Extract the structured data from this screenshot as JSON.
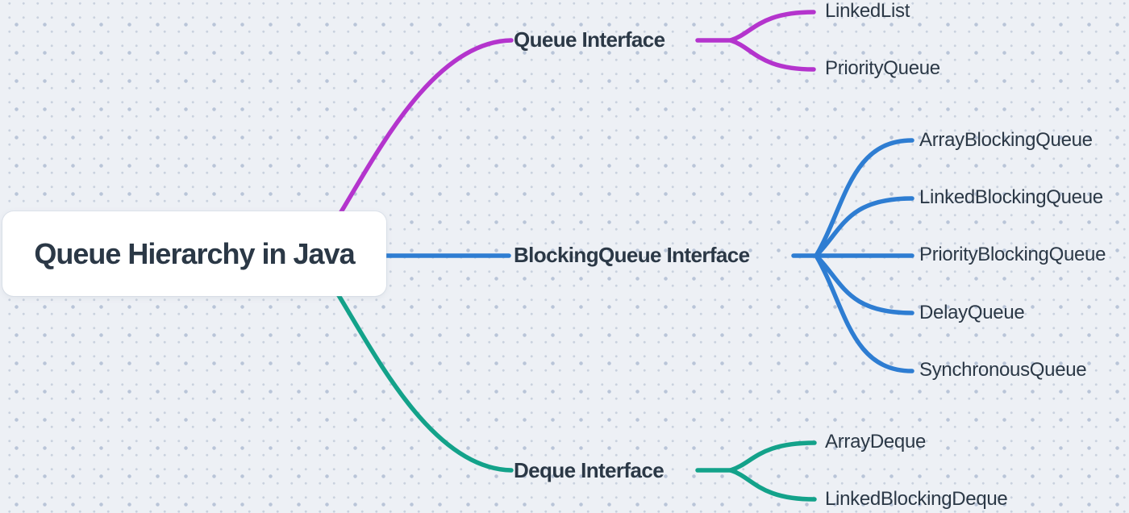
{
  "root": {
    "label": "Queue Hierarchy in Java"
  },
  "branches": [
    {
      "label": "Queue Interface",
      "color": "#b434cd",
      "children": [
        "LinkedList",
        "PriorityQueue"
      ]
    },
    {
      "label": "BlockingQueue Interface",
      "color": "#2e7dd2",
      "children": [
        "ArrayBlockingQueue",
        "LinkedBlockingQueue",
        "PriorityBlockingQueue",
        "DelayQueue",
        "SynchronousQueue"
      ]
    },
    {
      "label": "Deque Interface",
      "color": "#13a28a",
      "children": [
        "ArrayDeque",
        "LinkedBlockingDeque"
      ]
    }
  ],
  "colors": {
    "background": "#edf0f5",
    "dot_small": "#c9d1de",
    "dot_large": "#b9c5d8",
    "text": "#2b3846",
    "queue_branch": "#b434cd",
    "blocking_branch": "#2e7dd2",
    "deque_branch": "#13a28a",
    "root_node_background": "#ffffff"
  }
}
